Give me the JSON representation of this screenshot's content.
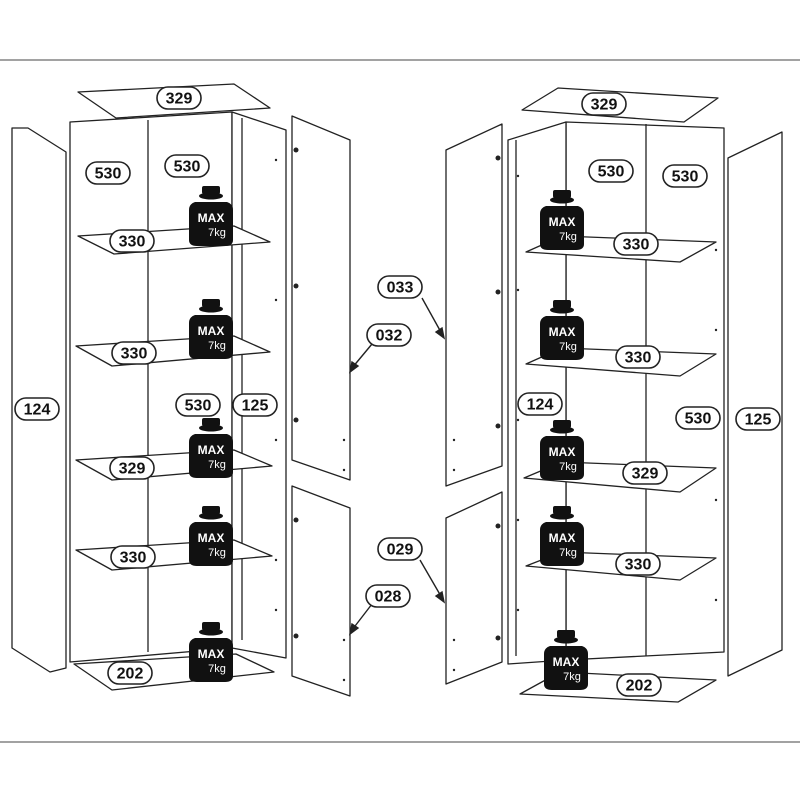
{
  "diagram": {
    "left": {
      "top_panel": "329",
      "back_panels": [
        "530",
        "530"
      ],
      "side_left": "124",
      "side_right": "125",
      "shelves": [
        "330",
        "330",
        "329",
        "330"
      ],
      "middle_divider": "530",
      "bottom_panel": "202",
      "door_upper": "032",
      "door_lower": "028"
    },
    "right": {
      "top_panel": "329",
      "back_panels": [
        "530",
        "530"
      ],
      "side_left": "124",
      "side_right": "125",
      "middle_divider": "530",
      "shelves": [
        "330",
        "330",
        "329",
        "330"
      ],
      "bottom_panel": "202",
      "door_upper": "033",
      "door_lower": "029"
    }
  },
  "weight_limit": {
    "label": "MAX",
    "value": "7kg"
  },
  "colors": {
    "line": "#222222",
    "panel": "#ffffff",
    "weight": "#111111"
  }
}
